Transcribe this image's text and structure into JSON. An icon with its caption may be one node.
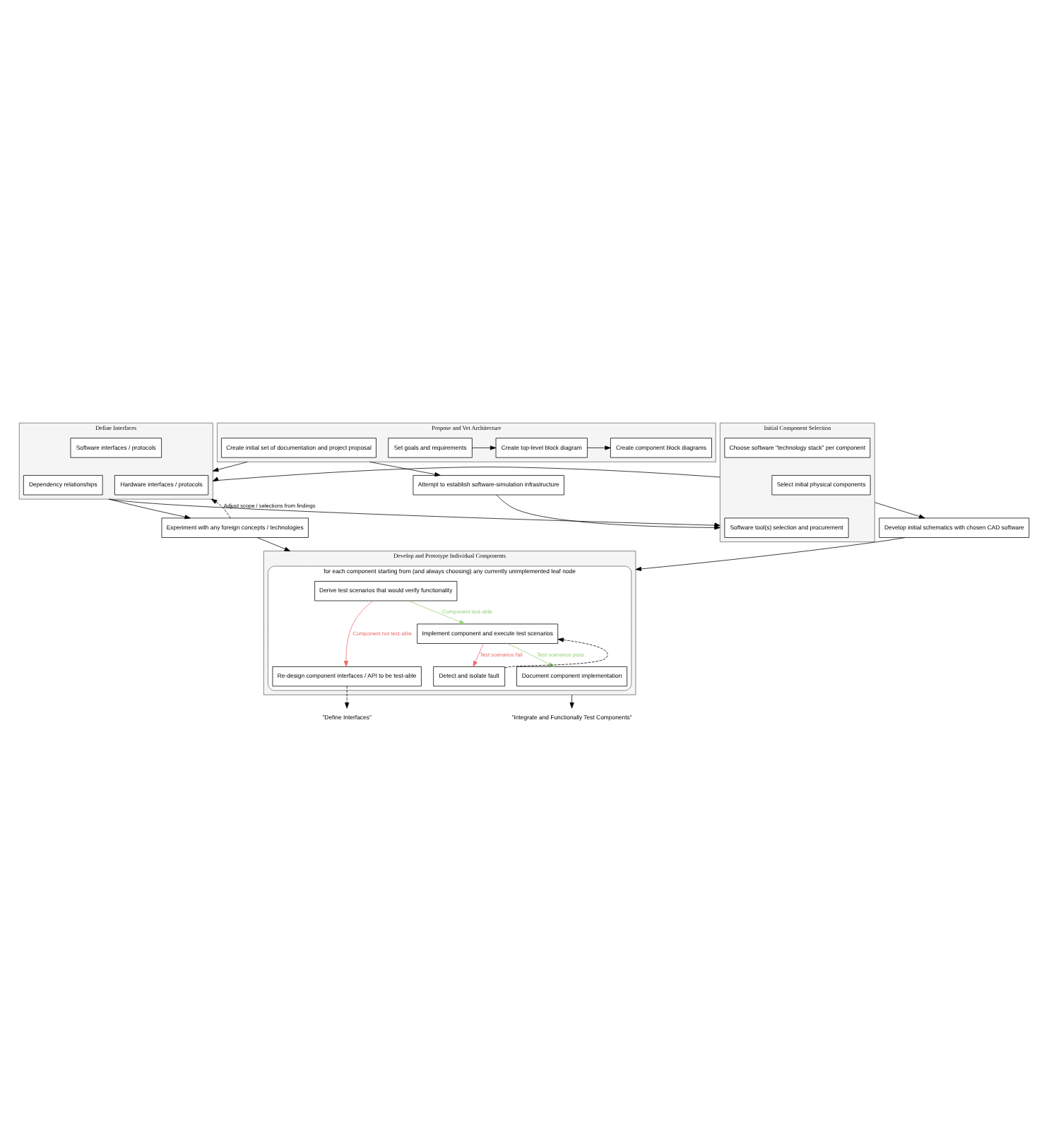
{
  "diagram": {
    "nodes": [
      {
        "text": [
          "Propose and Vet Architecture"
        ]
      },
      {
        "text": [
          "Set goals and requirements"
        ],
        "in": 0
      },
      {
        "text": [
          "Create top-level block diagram"
        ],
        "in": 0
      },
      {
        "text": [
          "Create component block diagrams"
        ],
        "in": 0
      },
      {
        "text": [
          "Create initial set of documentation and project proposal"
        ],
        "in": 0
      },
      {
        "text": [
          "Attempt to establish software-simulation infrastructure"
        ]
      },
      {
        "text": [
          "Define Interfaces"
        ]
      },
      {
        "text": [
          "Hardware interfaces / protocols"
        ],
        "in": 6
      },
      {
        "text": [
          "Software interfaces / protocols"
        ],
        "in": 6
      },
      {
        "text": [
          "Dependency relationships"
        ],
        "in": 6
      },
      {
        "text": [
          "Initial Component Selection"
        ]
      },
      {
        "text": [
          "Software tool(s) selection and procurement"
        ],
        "in": 10
      },
      {
        "text": [
          "Choose software \"technology stack\" per component"
        ],
        "in": 10
      },
      {
        "text": [
          "Select initial physical components"
        ],
        "in": 10
      },
      {
        "text": [
          "Experiment with any foreign concepts / technologies"
        ]
      },
      {
        "text": [
          "Develop initial schematics with chosen CAD software"
        ]
      },
      {
        "text": [
          "Develop and Prototype Individual Components"
        ]
      },
      {
        "text": [
          "for each component starting from (and always choosing) any currently unimplemented leaf node"
        ],
        "in": 16
      },
      {
        "text": [
          "Derive test scenarios that would verify functionality"
        ],
        "in": 17
      },
      {
        "text": [
          "Re-design component interfaces / API to be test-able"
        ],
        "in": 17
      },
      {
        "text": [
          "Implement component and execute test scenarios"
        ],
        "in": 17
      },
      {
        "text": [
          "Detect and isolate fault"
        ],
        "in": 17
      },
      {
        "text": [
          "Document component implementation"
        ],
        "in": 17
      },
      {
        "text": [
          "\"Define Interfaces\""
        ]
      },
      {
        "text": [
          "\"Integrate and Functionally Test Components\""
        ]
      }
    ],
    "edges": [
      {
        "from": 1,
        "to": 2,
        "arrow": "to"
      },
      {
        "from": 2,
        "to": 3,
        "arrow": "to"
      },
      {
        "from": 0,
        "to": 6,
        "arrow": "to"
      },
      {
        "from": 0,
        "to": 5,
        "arrow": "to"
      },
      {
        "from": 5,
        "to": 10,
        "arrow": "to"
      },
      {
        "from": 6,
        "to": 10,
        "arrow": "to"
      },
      {
        "from": 10,
        "to": 6,
        "arrow": "to"
      },
      {
        "from": 6,
        "to": 14,
        "arrow": "to"
      },
      {
        "from": 10,
        "to": 15,
        "arrow": "to"
      },
      {
        "from": 14,
        "to": 16,
        "arrow": "to"
      },
      {
        "from": 15,
        "to": 16,
        "arrow": "to"
      },
      {
        "from": 14,
        "to": 6,
        "arrow": "to",
        "style": "dashed",
        "label": "Adjust scope / selections from findings"
      },
      {
        "from": 18,
        "to": 19,
        "arrow": "to",
        "color": "#ea6b66",
        "label": "Component not test-able"
      },
      {
        "from": 18,
        "to": 20,
        "arrow": "to",
        "color": "#97d077",
        "label": "Component test-able"
      },
      {
        "from": 19,
        "to": 23,
        "arrow": "to",
        "style": "dashed"
      },
      {
        "from": 21,
        "to": 20,
        "arrow": "to",
        "style": "dashed"
      },
      {
        "from": 20,
        "to": 21,
        "arrow": "to",
        "color": "#ea6b66",
        "label": "Test scenarios fail"
      },
      {
        "from": 20,
        "to": 22,
        "arrow": "to",
        "color": "#97d077",
        "label": "Test scenarios pass"
      },
      {
        "from": 16,
        "to": 24,
        "arrow": "to"
      }
    ]
  }
}
